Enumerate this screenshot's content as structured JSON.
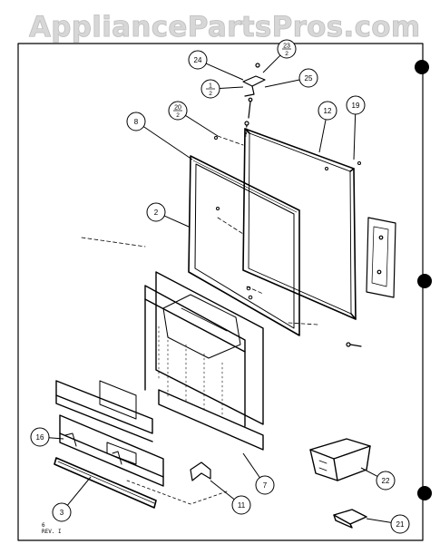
{
  "watermark": "AppliancePartsPros.com",
  "footer": {
    "page": "6",
    "rev": "REV. I"
  },
  "callouts": [
    {
      "id": "24",
      "label": "24"
    },
    {
      "id": "23-2",
      "label": "23",
      "sub": "2"
    },
    {
      "id": "1-2",
      "label": "1",
      "sub": "2"
    },
    {
      "id": "25",
      "label": "25"
    },
    {
      "id": "20-2",
      "label": "20",
      "sub": "2"
    },
    {
      "id": "8",
      "label": "8"
    },
    {
      "id": "12",
      "label": "12"
    },
    {
      "id": "19",
      "label": "19"
    },
    {
      "id": "2",
      "label": "2"
    },
    {
      "id": "16",
      "label": "16"
    },
    {
      "id": "3",
      "label": "3"
    },
    {
      "id": "7",
      "label": "7"
    },
    {
      "id": "11",
      "label": "11"
    },
    {
      "id": "22",
      "label": "22"
    },
    {
      "id": "21",
      "label": "21"
    }
  ]
}
